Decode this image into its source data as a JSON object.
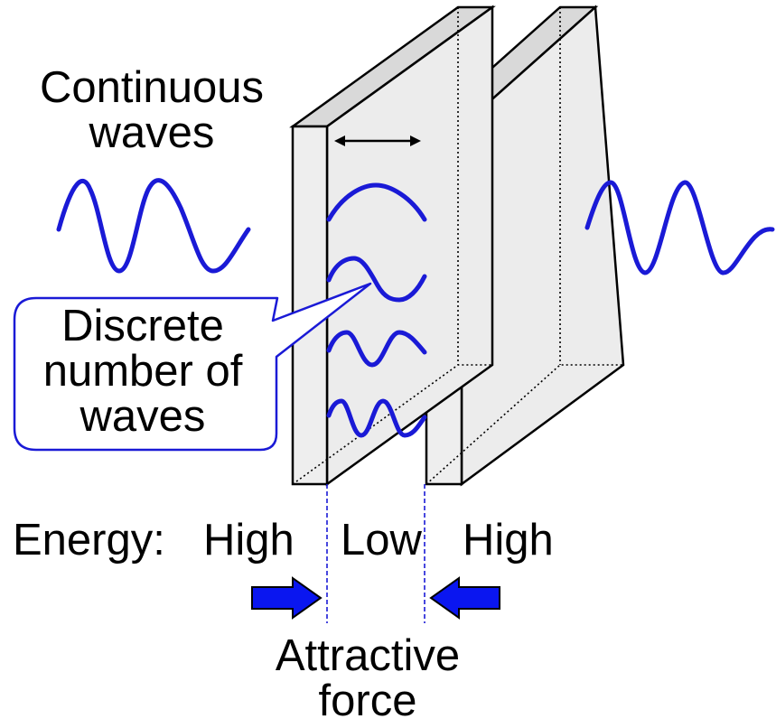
{
  "labels": {
    "continuous_line1": "Continuous",
    "continuous_line2": "waves",
    "discrete_line1": "Discrete",
    "discrete_line2": "number of",
    "discrete_line3": "waves",
    "energy_prefix": "Energy:",
    "energy_left": "High",
    "energy_middle": "Low",
    "energy_right": "High",
    "force_line1": "Attractive",
    "force_line2": "force"
  },
  "colors": {
    "wave": "#1a1ad6",
    "arrow_fill": "#0a16f0",
    "plate_face": "#eeeeee",
    "plate_side": "#d9d9d9",
    "outline": "#000000",
    "dashed_guide": "#1a1ad6"
  },
  "icons": {
    "gap_arrow": "double-headed-arrow",
    "force_arrows": "block-arrow"
  }
}
